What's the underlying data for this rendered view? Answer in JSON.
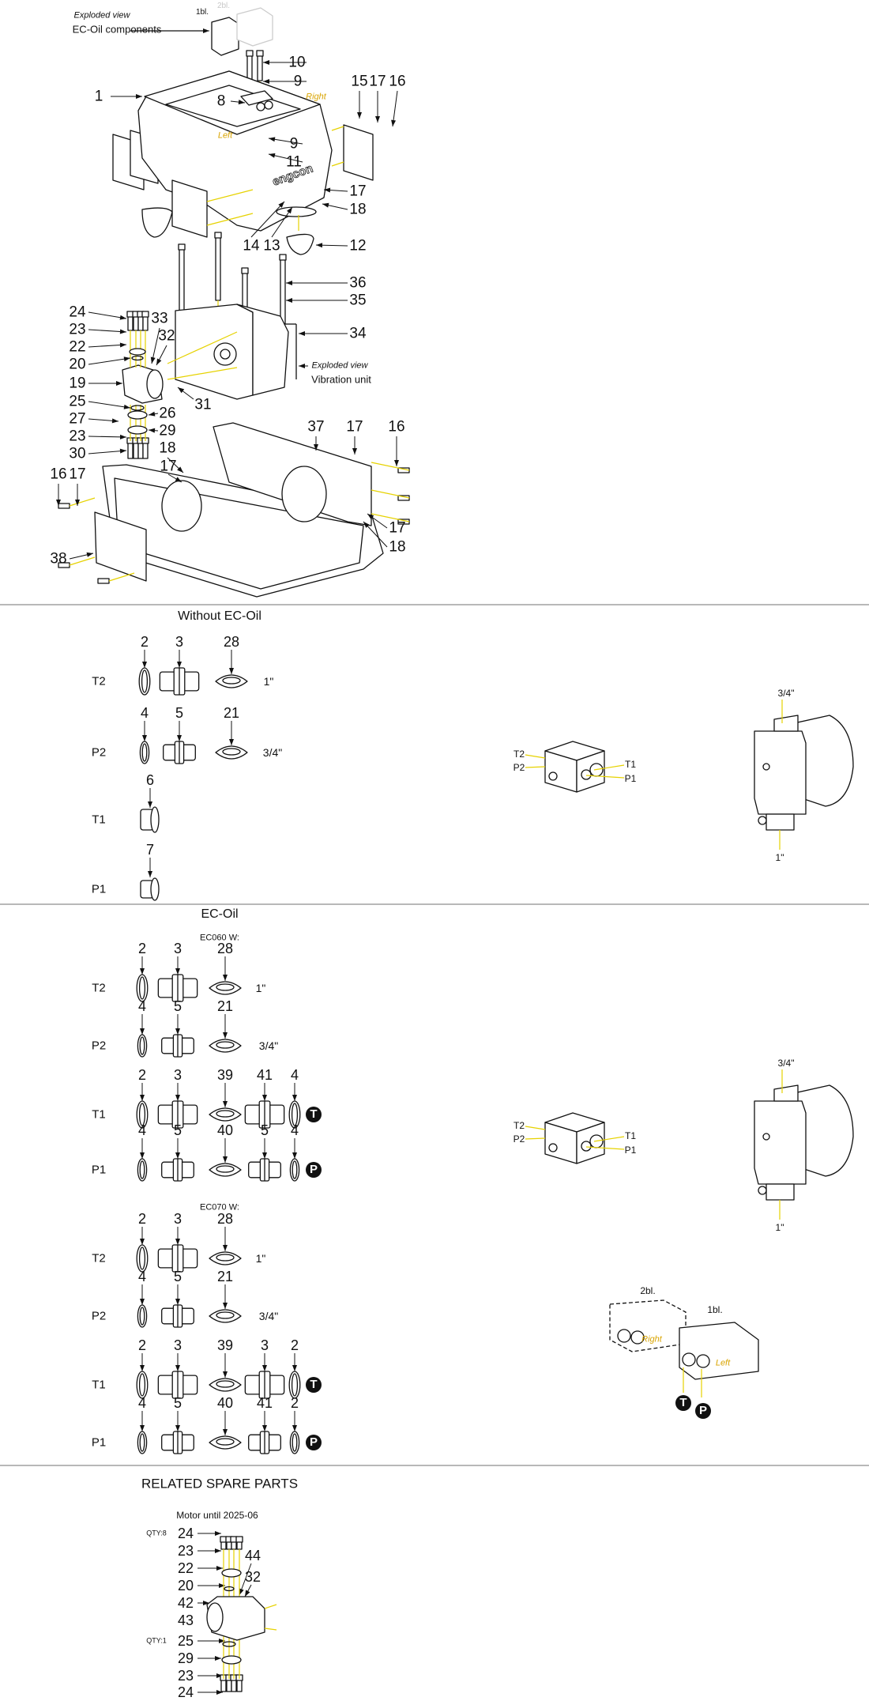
{
  "exploded": {
    "oil_caption_italic": "Exploded view",
    "oil_caption": "EC-Oil components",
    "block1": "1bl.",
    "block2": "2bl.",
    "right": "Right",
    "left": "Left",
    "logo": "engcon",
    "vib_caption_italic": "Exploded view",
    "vib_caption": "Vibration unit",
    "callouts": [
      "10",
      "9",
      "1",
      "8",
      "15",
      "17",
      "16",
      "9",
      "11",
      "17",
      "18",
      "14",
      "13",
      "12",
      "36",
      "35",
      "24",
      "23",
      "22",
      "20",
      "33",
      "32",
      "19",
      "34",
      "31",
      "25",
      "26",
      "27",
      "29",
      "23",
      "30",
      "37",
      "17",
      "16",
      "18",
      "17",
      "16",
      "17",
      "17",
      "18",
      "38"
    ]
  },
  "without_ec_oil": {
    "title": "Without EC-Oil",
    "rows": [
      {
        "label": "T2",
        "parts": [
          "2",
          "3",
          "28"
        ],
        "size": "1\""
      },
      {
        "label": "P2",
        "parts": [
          "4",
          "5",
          "21"
        ],
        "size": "3/4\""
      },
      {
        "label": "T1",
        "parts": [
          "6"
        ]
      },
      {
        "label": "P1",
        "parts": [
          "7"
        ]
      }
    ],
    "block_ports": [
      "T2",
      "P2",
      "T1",
      "P1"
    ],
    "motor_sizes": [
      "3/4\"",
      "1\""
    ]
  },
  "ec_oil": {
    "title": "EC-Oil",
    "groups": [
      {
        "name": "EC060 W:",
        "rows": [
          {
            "label": "T2",
            "parts": [
              "2",
              "3",
              "28"
            ],
            "size": "1\""
          },
          {
            "label": "P2",
            "parts": [
              "4",
              "5",
              "21"
            ],
            "size": "3/4\""
          },
          {
            "label": "T1",
            "parts": [
              "2",
              "3",
              "39",
              "41",
              "4"
            ],
            "port": "T"
          },
          {
            "label": "P1",
            "parts": [
              "4",
              "5",
              "40",
              "5",
              "4"
            ],
            "port": "P"
          }
        ]
      },
      {
        "name": "EC070 W:",
        "rows": [
          {
            "label": "T2",
            "parts": [
              "2",
              "3",
              "28"
            ],
            "size": "1\""
          },
          {
            "label": "P2",
            "parts": [
              "4",
              "5",
              "21"
            ],
            "size": "3/4\""
          },
          {
            "label": "T1",
            "parts": [
              "2",
              "3",
              "39",
              "3",
              "2"
            ],
            "port": "T"
          },
          {
            "label": "P1",
            "parts": [
              "4",
              "5",
              "40",
              "41",
              "2"
            ],
            "port": "P"
          }
        ]
      }
    ],
    "block_ports": [
      "T2",
      "P2",
      "T1",
      "P1"
    ],
    "motor_sizes": [
      "3/4\"",
      "1\""
    ],
    "components": {
      "block2": "2bl.",
      "block1": "1bl.",
      "right": "Right",
      "left": "Left",
      "ports": [
        "T",
        "P"
      ]
    }
  },
  "related": {
    "title": "RELATED SPARE PARTS",
    "subtitle": "Motor until 2025-06",
    "qty_top": "QTY:8",
    "qty_bottom": "QTY:1",
    "callouts": [
      "24",
      "23",
      "22",
      "20",
      "42",
      "43",
      "25",
      "29",
      "23",
      "24",
      "44",
      "32"
    ]
  },
  "colors": {
    "line": "#111111",
    "guide": "#e6d200",
    "accent_text": "#d9a400",
    "divider": "#b8b8b8"
  }
}
